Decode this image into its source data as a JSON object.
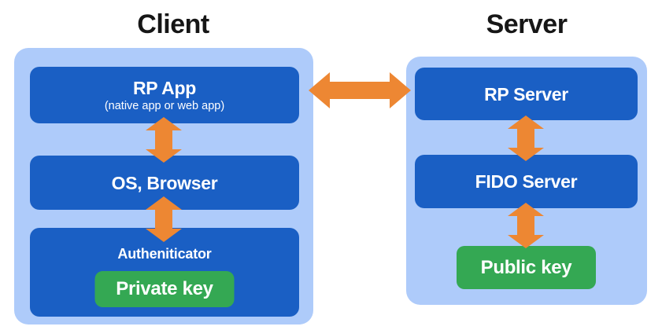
{
  "diagram": {
    "client": {
      "title": "Client",
      "rp_app": {
        "label": "RP App",
        "sublabel": "(native app or web app)"
      },
      "os_browser": {
        "label": "OS, Browser"
      },
      "authenticator": {
        "label": "Autheniticator",
        "private_key_label": "Private key"
      }
    },
    "server": {
      "title": "Server",
      "rp_server": {
        "label": "RP Server"
      },
      "fido_server": {
        "label": "FIDO Server"
      },
      "public_key_label": "Public key"
    },
    "arrows": {
      "client_server": "horizontal double arrow between RP App and RP Server",
      "rp_app_os_browser": "vertical double arrow",
      "os_browser_authenticator": "vertical double arrow",
      "rp_server_fido_server": "vertical double arrow",
      "fido_server_public_key": "vertical double arrow"
    },
    "colors": {
      "panel_light_blue": "#aecbfa",
      "box_dark_blue": "#1a5fc4",
      "key_green": "#34a853",
      "arrow_orange": "#ed8733",
      "title_text": "#161616",
      "box_text": "#ffffff"
    }
  }
}
